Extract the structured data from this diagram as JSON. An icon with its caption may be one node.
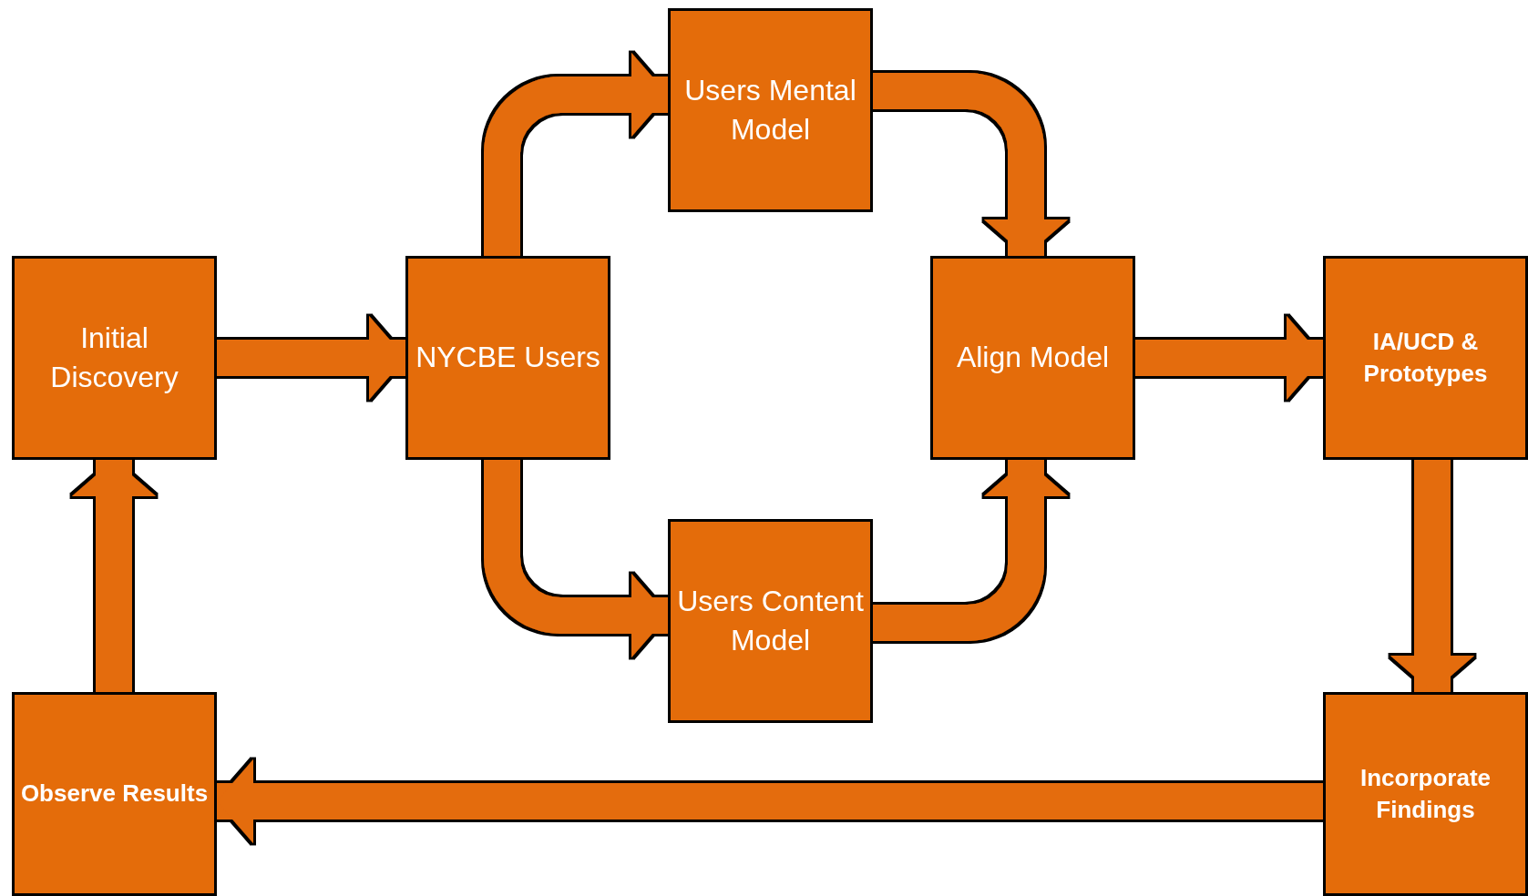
{
  "diagram": {
    "nodes": [
      {
        "text": [
          "Initial Discovery"
        ]
      },
      {
        "text": [
          "NYCBE Users"
        ]
      },
      {
        "text": [
          "Users Mental Model"
        ]
      },
      {
        "text": [
          "Users Content Model"
        ]
      },
      {
        "text": [
          "Align Model"
        ]
      },
      {
        "text": [
          "IA/UCD & Prototypes"
        ]
      },
      {
        "text": [
          "Incorporate Findings"
        ]
      },
      {
        "text": [
          "Observe Results"
        ]
      }
    ],
    "edges": [
      {
        "from": 0,
        "to": 1,
        "arrow": "to"
      },
      {
        "from": 1,
        "to": 2,
        "arrow": "to"
      },
      {
        "from": 1,
        "to": 3,
        "arrow": "to"
      },
      {
        "from": 2,
        "to": 4,
        "arrow": "to"
      },
      {
        "from": 3,
        "to": 4,
        "arrow": "to"
      },
      {
        "from": 4,
        "to": 5,
        "arrow": "to"
      },
      {
        "from": 5,
        "to": 6,
        "arrow": "to"
      },
      {
        "from": 6,
        "to": 7,
        "arrow": "to"
      },
      {
        "from": 7,
        "to": 0,
        "arrow": "to"
      }
    ]
  }
}
